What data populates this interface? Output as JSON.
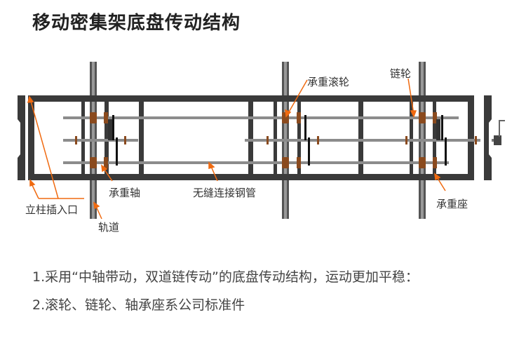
{
  "title": "移动密集架底盘传动结构",
  "labels": {
    "bearing_roller": "承重滚轮",
    "sprocket": "链轮",
    "bearing_seat": "承重座",
    "bearing_shaft": "承重轴",
    "seamless_pipe": "无缝连接钢管",
    "column_socket": "立柱插入口",
    "track": "轨道"
  },
  "notes": [
    "1.采用“中轴带动，双道链传动”的底盘传动结构，运动更加平稳：",
    "2.滚轮、链轮、轴承座系公司标准件"
  ],
  "colors": {
    "frame": "#3a3a3a",
    "arrow": "#f06a10",
    "roller": "#8a4a1e",
    "shaft": "#8c8c8c"
  }
}
